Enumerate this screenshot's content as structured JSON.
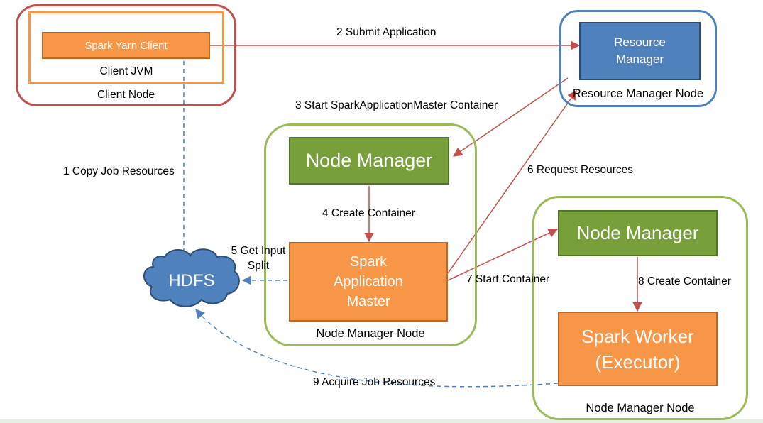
{
  "client_node": {
    "label": "Client Node",
    "jvm_label": "Client JVM",
    "spark_yarn_client": "Spark Yarn Client"
  },
  "rm_node": {
    "label": "Resource Manager Node",
    "resource_manager": "Resource Manager"
  },
  "nm_node_1": {
    "label": "Node Manager Node",
    "node_manager": "Node Manager",
    "app_master": "Spark Application Master"
  },
  "nm_node_2": {
    "label": "Node Manager Node",
    "node_manager": "Node Manager",
    "worker": "Spark Worker (Executor)"
  },
  "hdfs": {
    "label": "HDFS"
  },
  "steps": {
    "s1": "1 Copy Job Resources",
    "s2": "2 Submit Application",
    "s3": "3 Start SparkApplicationMaster Container",
    "s4": "4 Create Container",
    "s5": "5 Get Input Split",
    "s6": "6 Request Resources",
    "s7": "7 Start Container",
    "s8": "8 Create Container",
    "s9": "9 Acquire Job Resources"
  },
  "colors": {
    "client_node_border": "#c0504d",
    "client_jvm_border": "#f79646",
    "rm_node_border": "#4f81bd",
    "nm_node_border": "#9bbb59",
    "orange_fill": "#f79646",
    "green_fill": "#77a03a",
    "blue_fill": "#4f81bd",
    "solid_arrow": "#c0504d",
    "dashed_arrow": "#4f81bd"
  }
}
